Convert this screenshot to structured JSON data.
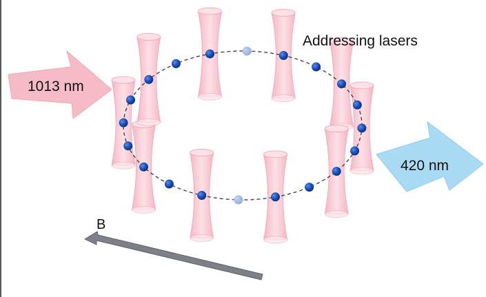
{
  "labels": {
    "addressing": "Addressing lasers",
    "red_laser": "1013 nm",
    "blue_laser": "420 nm",
    "field": "B"
  },
  "colors": {
    "beam_fill": "#f7b7c4",
    "beam_edge": "#f4a0b2",
    "red_arrow": "#f6bcc6",
    "blue_arrow": "#a9dbf4",
    "atom": "#1a4fb8",
    "field_arrow": "#7d8088",
    "ring": "#444444"
  },
  "diagram": {
    "atom_count": 20,
    "addressed_atoms": [
      0,
      2,
      4,
      6,
      8,
      10,
      12,
      14,
      16,
      18
    ],
    "dimmed_atoms": [
      9,
      19
    ]
  }
}
